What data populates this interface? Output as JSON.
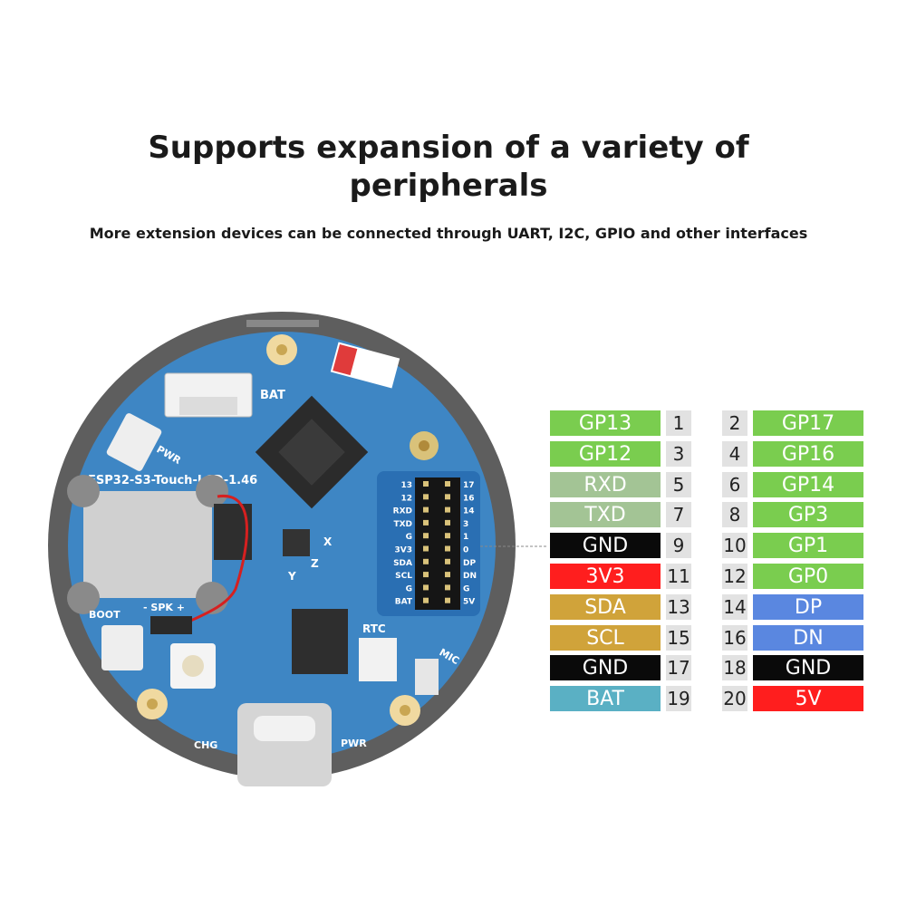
{
  "header": {
    "title_line1": "Supports expansion of a variety of",
    "title_line2": "peripherals",
    "subtitle": "More extension devices can be connected through UART, I2C, GPIO and other interfaces"
  },
  "board": {
    "label_model": "ESP32-S3-Touch-LCD-1.46",
    "label_bat": "BAT",
    "label_pwr_top": "PWR",
    "label_boot": "BOOT",
    "label_spk": "- SPK +",
    "label_rtc": "RTC",
    "label_mic": "MIC",
    "label_chg": "CHG",
    "label_pwr_bottom": "PWR",
    "label_axis_x": "X",
    "label_axis_y": "Y",
    "label_axis_z": "Z",
    "header_left_labels": [
      "13",
      "12",
      "RXD",
      "TXD",
      "G",
      "3V3",
      "SDA",
      "SCL",
      "G",
      "BAT"
    ],
    "header_right_labels": [
      "17",
      "16",
      "14",
      "3",
      "1",
      "0",
      "DP",
      "DN",
      "G",
      "5V"
    ]
  },
  "colors": {
    "green": "#7acd4f",
    "sage": "#a3c495",
    "black": "#0a0a0a",
    "red": "#ff1e1e",
    "gold": "#d0a33a",
    "teal": "#5ab0c4",
    "blue": "#5a87e0",
    "board_blue": "#3e86c4"
  },
  "pins": {
    "left": [
      {
        "name": "GP13",
        "num": "1",
        "color": "green"
      },
      {
        "name": "GP12",
        "num": "3",
        "color": "green"
      },
      {
        "name": "RXD",
        "num": "5",
        "color": "sage"
      },
      {
        "name": "TXD",
        "num": "7",
        "color": "sage"
      },
      {
        "name": "GND",
        "num": "9",
        "color": "black"
      },
      {
        "name": "3V3",
        "num": "11",
        "color": "red"
      },
      {
        "name": "SDA",
        "num": "13",
        "color": "gold"
      },
      {
        "name": "SCL",
        "num": "15",
        "color": "gold"
      },
      {
        "name": "GND",
        "num": "17",
        "color": "black"
      },
      {
        "name": "BAT",
        "num": "19",
        "color": "teal"
      }
    ],
    "right": [
      {
        "name": "GP17",
        "num": "2",
        "color": "green"
      },
      {
        "name": "GP16",
        "num": "4",
        "color": "green"
      },
      {
        "name": "GP14",
        "num": "6",
        "color": "green"
      },
      {
        "name": "GP3",
        "num": "8",
        "color": "green"
      },
      {
        "name": "GP1",
        "num": "10",
        "color": "green"
      },
      {
        "name": "GP0",
        "num": "12",
        "color": "green"
      },
      {
        "name": "DP",
        "num": "14",
        "color": "blue"
      },
      {
        "name": "DN",
        "num": "16",
        "color": "blue"
      },
      {
        "name": "GND",
        "num": "18",
        "color": "black"
      },
      {
        "name": "5V",
        "num": "20",
        "color": "red"
      }
    ]
  }
}
